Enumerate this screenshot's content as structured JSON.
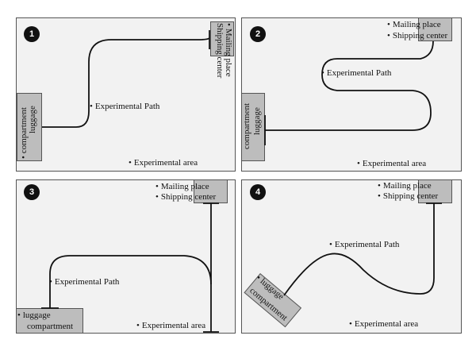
{
  "panels": [
    {
      "number": "1",
      "labels": {
        "mailing_place": "Mailing place",
        "shipping_center": "Shipping center",
        "experimental_path": "Experimental Path",
        "luggage": "luggage",
        "compartment": "compartment",
        "experimental_area": "Experimental area"
      }
    },
    {
      "number": "2",
      "labels": {
        "mailing_place": "Mailing place",
        "shipping_center": "Shipping center",
        "experimental_path": "Experimental Path",
        "luggage": "luggage",
        "compartment": "compartment",
        "experimental_area": "Experimental area"
      }
    },
    {
      "number": "3",
      "labels": {
        "mailing_place": "Mailing place",
        "shipping_center": "Shipping center",
        "experimental_path": "Experimental Path",
        "luggage": "luggage",
        "compartment": "compartment",
        "experimental_area": "Experimental area"
      }
    },
    {
      "number": "4",
      "labels": {
        "mailing_place": "Mailing place",
        "shipping_center": "Shipping center",
        "experimental_path": "Experimental Path",
        "luggage": "luggage",
        "compartment": "compartment",
        "experimental_area": "Experimental area"
      }
    }
  ],
  "colors": {
    "panel_bg": "#f2f2f2",
    "box_fill": "#bdbdbd",
    "path": "#111111"
  }
}
